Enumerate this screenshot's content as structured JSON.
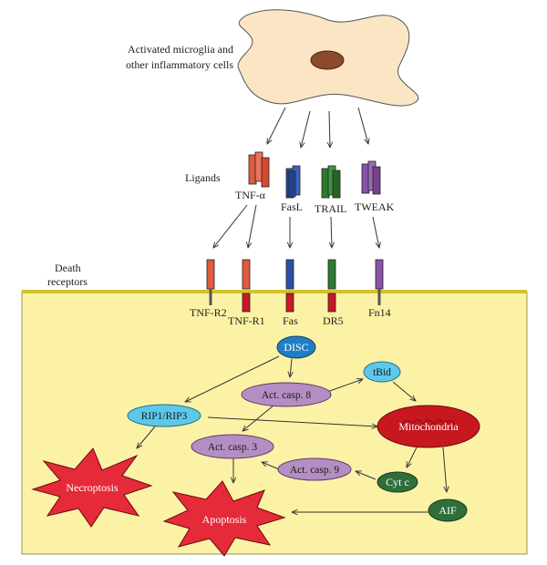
{
  "cell": {
    "caption_line1": "Activated microglia and",
    "caption_line2": "other inflammatory cells"
  },
  "labels": {
    "ligands": "Ligands",
    "death_receptors_line1": "Death",
    "death_receptors_line2": "receptors"
  },
  "ligands": {
    "tnf": "TNF-α",
    "fasl": "FasL",
    "trail": "TRAIL",
    "tweak": "TWEAK"
  },
  "receptors": {
    "tnfr2": "TNF-R2",
    "tnfr1": "TNF-R1",
    "fas": "Fas",
    "dr5": "DR5",
    "fn14": "Fn14"
  },
  "nodes": {
    "disc": "DISC",
    "tbid": "tBid",
    "casp8": "Act. casp. 8",
    "rip": "RIP1/RIP3",
    "mito": "Mitochondria",
    "casp3": "Act. casp. 3",
    "casp9": "Act. casp. 9",
    "cytc": "Cyt c",
    "aif": "AIF",
    "necroptosis": "Necroptosis",
    "apoptosis": "Apoptosis"
  },
  "colors": {
    "cell_body": "#fbe5c4",
    "nucleus": "#8b4a2b",
    "interior": "#fcf2a6",
    "membrane": "#d4c12a",
    "tnf": "#e05a3e",
    "fas": "#2e4fa8",
    "trail": "#2f7a2f",
    "tweak": "#8a52a6",
    "receptor_dark": "#c8182a",
    "disc": "#1f7ec4",
    "tbid": "#5cc8ea",
    "caspase": "#b48ec2",
    "mito": "#c8181f",
    "cytc_aif": "#2f6e3a",
    "death_star": "#e52a3a"
  }
}
